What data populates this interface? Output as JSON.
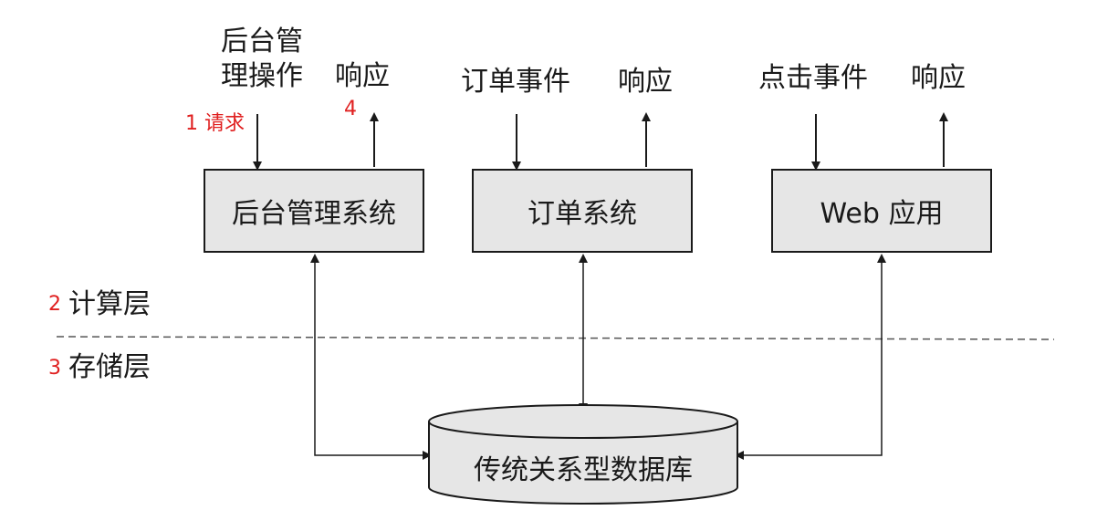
{
  "top_labels": {
    "admin_request": "后台管理操作",
    "admin_request_line1": "后台管",
    "admin_request_line2": "理操作",
    "admin_response": "响应",
    "order_request": "订单事件",
    "order_response": "响应",
    "click_request": "点击事件",
    "click_response": "响应"
  },
  "annotations": {
    "request": "1 请求",
    "response_step": "4",
    "compute_num": "2",
    "storage_num": "3"
  },
  "systems": [
    {
      "label": "后台管理系统"
    },
    {
      "label": "订单系统"
    },
    {
      "label": "Web 应用"
    }
  ],
  "layers": {
    "compute": "计算层",
    "storage": "存储层"
  },
  "database": {
    "label": "传统关系型数据库"
  },
  "colors": {
    "box_fill": "#e6e6e6",
    "stroke": "#1a1a1a",
    "annotation_red": "#e02020",
    "divider": "#555555"
  }
}
